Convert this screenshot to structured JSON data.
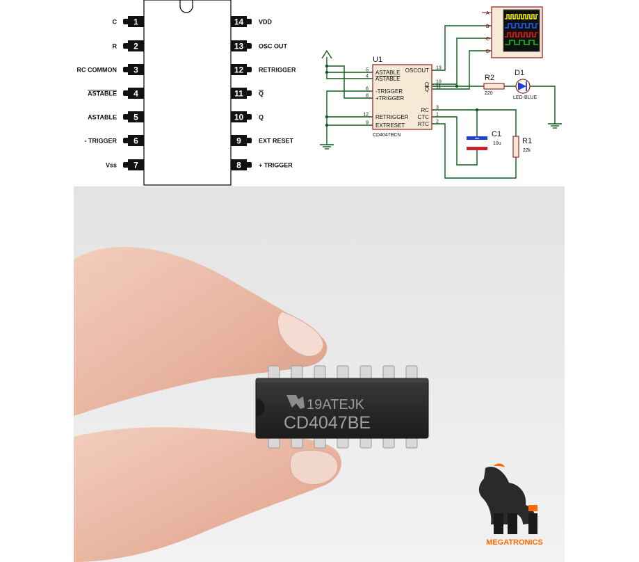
{
  "pinout": {
    "left_pins": [
      {
        "num": "1",
        "label": "C"
      },
      {
        "num": "2",
        "label": "R"
      },
      {
        "num": "3",
        "label": "RC COMMON"
      },
      {
        "num": "4",
        "label": "ASTABLE",
        "overline": true
      },
      {
        "num": "5",
        "label": "ASTABLE"
      },
      {
        "num": "6",
        "label": "- TRIGGER"
      },
      {
        "num": "7",
        "label": "Vss"
      }
    ],
    "right_pins": [
      {
        "num": "14",
        "label": "VDD"
      },
      {
        "num": "13",
        "label": "OSC OUT"
      },
      {
        "num": "12",
        "label": "RETRIGGER"
      },
      {
        "num": "11",
        "label": "Q",
        "overline": true
      },
      {
        "num": "10",
        "label": "Q"
      },
      {
        "num": "9",
        "label": "EXT RESET"
      },
      {
        "num": "8",
        "label": "+ TRIGGER"
      }
    ]
  },
  "schematic": {
    "u1_ref": "U1",
    "u1_part": "CD4047BCN",
    "u1_left_pins": [
      {
        "num": "5",
        "label": "ASTABLE"
      },
      {
        "num": "4",
        "label": "ASTABLE",
        "overline": true
      },
      {
        "num": "6",
        "label": "-TRIGGER"
      },
      {
        "num": "8",
        "label": "+TRIGGER"
      },
      {
        "num": "12",
        "label": "RETRIGGER"
      },
      {
        "num": "9",
        "label": "EXTRESET"
      }
    ],
    "u1_right_pins": [
      {
        "num": "13",
        "label": "OSCOUT"
      },
      {
        "num": "10",
        "label": "Q"
      },
      {
        "num": "11",
        "label": "Q",
        "overline": true
      },
      {
        "num": "3",
        "label": "RC"
      },
      {
        "num": "1",
        "label": "CTC"
      },
      {
        "num": "2",
        "label": "RTC"
      }
    ],
    "scope_channels": [
      "A",
      "B",
      "C",
      "D"
    ],
    "r2_ref": "R2",
    "r2_value": "220",
    "d1_ref": "D1",
    "d1_value": "LED-BLUE",
    "c1_ref": "C1",
    "c1_value": "10u",
    "r1_ref": "R1",
    "r1_value": "22k",
    "trace_colors": [
      "#f2f200",
      "#1f5cff",
      "#e61a1a",
      "#15c315"
    ]
  },
  "chip": {
    "code": "19ATEJK",
    "part": "CD4047BE"
  },
  "brand": {
    "name": "MEGATRONICS",
    "color": "#ff6a00"
  }
}
